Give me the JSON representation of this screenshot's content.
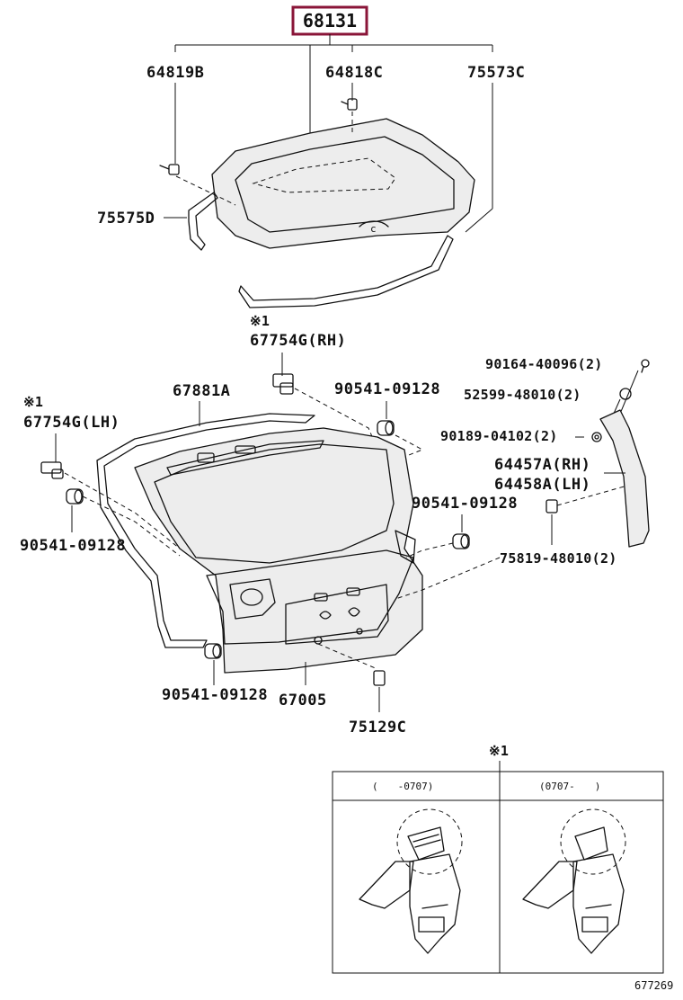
{
  "diagram": {
    "highlighted_part": "68131",
    "parts": {
      "p64819B": "64819B",
      "p64818C": "64818C",
      "p75573C": "75573C",
      "p75575D": "75575D",
      "p67754G_RH": "67754G(RH)",
      "p67881A": "67881A",
      "p90541_a": "90541-09128",
      "p67754G_LH": "67754G(LH)",
      "p90164": "90164-40096(2)",
      "p52599": "52599-48010(2)",
      "p90189": "90189-04102(2)",
      "p64457A": "64457A(RH)",
      "p64458A": "64458A(LH)",
      "p90541_b": "90541-09128",
      "p90541_c": "90541-09128",
      "p75819": "75819-48010(2)",
      "p90541_d": "90541-09128",
      "p67005": "67005",
      "p75129C": "75129C"
    },
    "note_marks": {
      "m1": "※1",
      "m2": "※1",
      "m3": "※1"
    },
    "inset": {
      "col_left": "(　　-0707)",
      "col_right": "(0707-　　)"
    },
    "figure_number": "677269"
  }
}
